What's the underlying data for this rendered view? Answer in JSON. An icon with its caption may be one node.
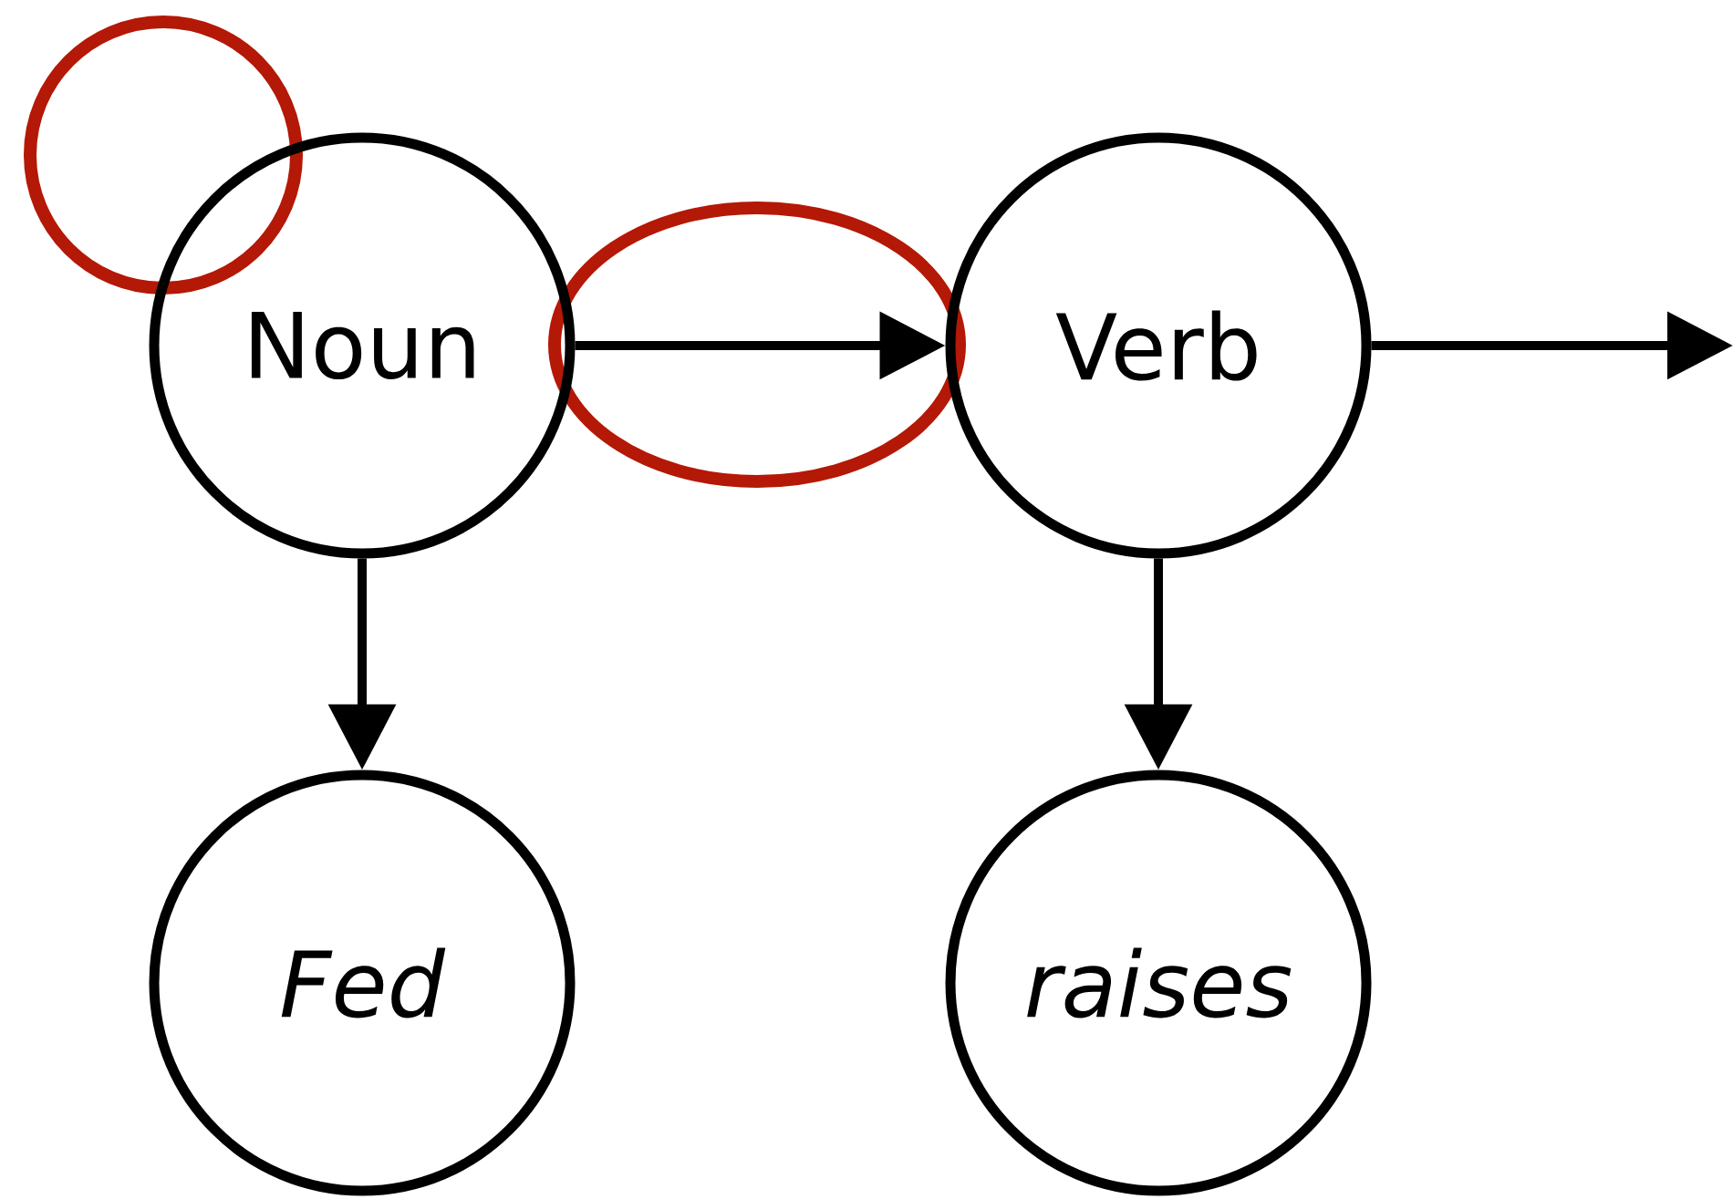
{
  "diagram": {
    "nodes": [
      {
        "text": [
          "Noun"
        ]
      },
      {
        "text": [
          "Verb"
        ]
      },
      {
        "text": [
          "Fed"
        ]
      },
      {
        "text": [
          "raises"
        ]
      }
    ],
    "edges": [
      {
        "from": 0,
        "to": 1,
        "arrow": "to"
      },
      {
        "from": 0,
        "to": 2,
        "arrow": "to"
      },
      {
        "from": 1,
        "to": 3,
        "arrow": "to"
      },
      {
        "from": 1,
        "to": null,
        "arrow": "to"
      }
    ]
  }
}
